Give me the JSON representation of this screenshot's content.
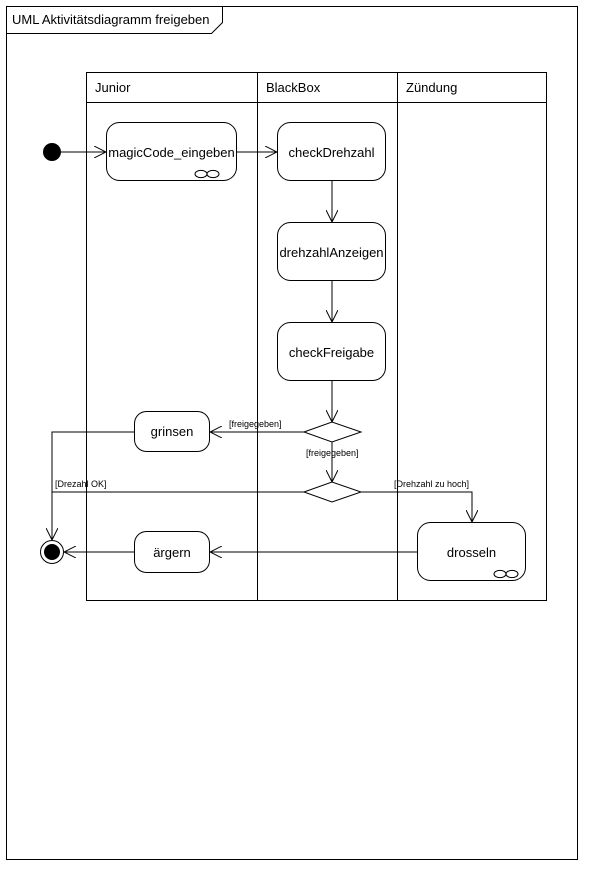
{
  "frame": {
    "title": "UML Aktivitätsdiagramm freigeben"
  },
  "lanes": [
    {
      "id": "junior",
      "label": "Junior"
    },
    {
      "id": "blackbox",
      "label": "BlackBox"
    },
    {
      "id": "zuendung",
      "label": "Zündung"
    }
  ],
  "actions": {
    "magic": "magicCode_eingeben",
    "check_drehzahl": "checkDrehzahl",
    "drehzahl_anzeigen": "drehzahlAnzeigen",
    "check_freigabe": "checkFreigabe",
    "grinsen": "grinsen",
    "aergern": "ärgern",
    "drosseln": "drosseln"
  },
  "guards": {
    "freigegeben_1": "[freigegeben]",
    "freigegeben_2": "[freigegeben]",
    "drehzahl_ok": "[Drezahl OK]",
    "drehzahl_zu_hoch": "[Drehzahl zu hoch]"
  }
}
